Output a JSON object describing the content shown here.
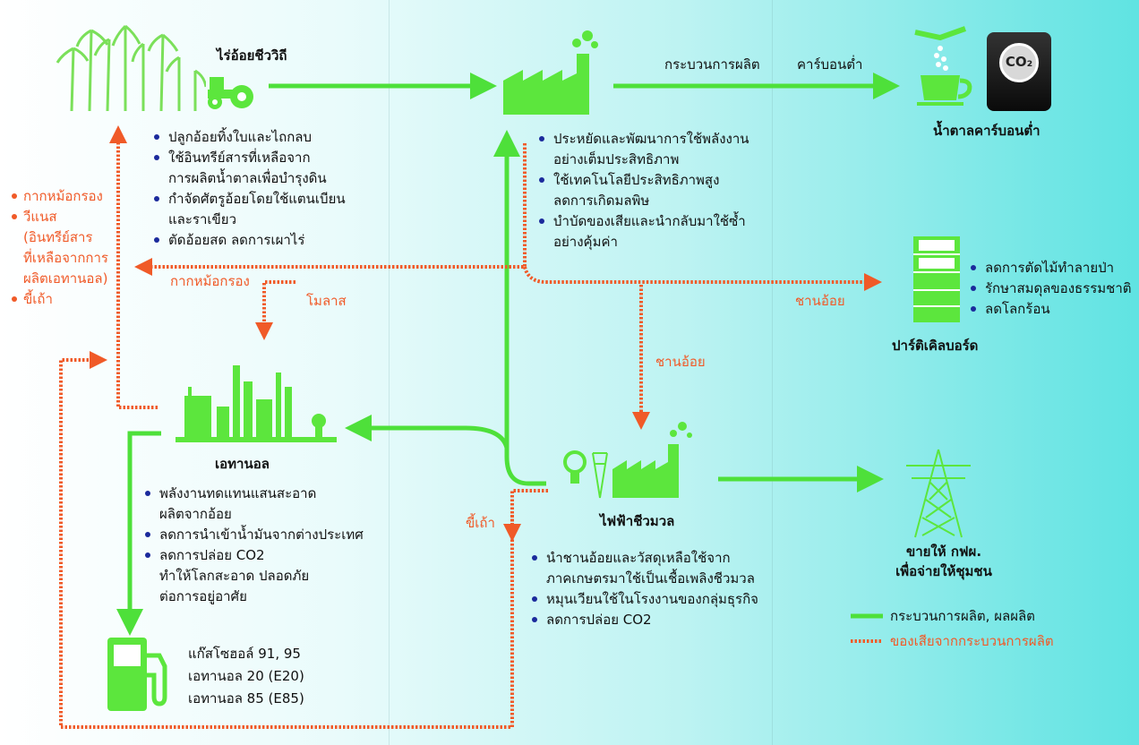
{
  "colors": {
    "product_flow": "#4ee03a",
    "waste_flow": "#f05a28",
    "bullet": "#1b2a9c",
    "icon_green": "#5ce63d"
  },
  "farm": {
    "title": "ไร่อ้อยชีววิถี",
    "bullets": [
      "ปลูกอ้อยทิ้งใบและไถกลบ",
      "ใช้อินทรีย์สารที่เหลือจาก\nการผลิตน้ำตาลเพื่อบำรุงดิน",
      "กำจัดศัตรูอ้อยโดยใช้แตนเบียน\nและราเขียว",
      "ตัดอ้อยสด ลดการเผาไร่"
    ]
  },
  "left_waste": {
    "items": [
      "กากหม้อกรอง",
      "วีแนส\n(อินทรีย์สาร\nที่เหลือจากการ\nผลิตเอทานอล)",
      "ขี้เถ้า"
    ]
  },
  "factory": {
    "bullets": [
      "ประหยัดและพัฒนาการใช้พลังงาน\nอย่างเต็มประสิทธิภาพ",
      "ใช้เทคโนโลยีประสิทธิภาพสูง\nลดการเกิดมลพิษ",
      "บำบัดของเสียและนำกลับมาใช้ซ้ำ\nอย่างคุ้มค่า"
    ]
  },
  "top_flow": {
    "process_label": "กระบวนการผลิต",
    "low_carbon_label": "คาร์บอนต่ำ"
  },
  "sugar": {
    "title": "น้ำตาลคาร์บอนต่ำ",
    "co2_badge": "CO₂"
  },
  "particleboard": {
    "title": "ปาร์ติเคิลบอร์ด",
    "bullets": [
      "ลดการตัดไม้ทำลายป่า",
      "รักษาสมดุลของธรรมชาติ",
      "ลดโลกร้อน"
    ]
  },
  "waste_labels": {
    "filter_cake": "กากหม้อกรอง",
    "molasses": "โมลาส",
    "bagasse_right": "ชานอ้อย",
    "bagasse_down": "ชานอ้อย",
    "ash": "ขี้เถ้า"
  },
  "ethanol": {
    "title": "เอทานอล",
    "bullets": [
      "พลังงานทดแทนแสนสะอาด\nผลิตจากอ้อย",
      "ลดการนำเข้าน้ำมันจากต่างประเทศ",
      "ลดการปล่อย CO2\nทำให้โลกสะอาด ปลอดภัย\nต่อการอยู่อาศัย"
    ]
  },
  "fuel": {
    "lines": [
      "แก๊สโซฮอล์ 91, 95",
      "เอทานอล 20 (E20)",
      "เอทานอล 85 (E85)"
    ]
  },
  "biomass": {
    "title": "ไฟฟ้าชีวมวล",
    "bullets": [
      "นำชานอ้อยและวัสดุเหลือใช้จาก\nภาคเกษตรมาใช้เป็นเชื้อเพลิงชีวมวล",
      "หมุนเวียนใช้ในโรงงานของกลุ่มธุรกิจ",
      "ลดการปล่อย CO2"
    ]
  },
  "grid": {
    "line1": "ขายให้ กฟผ.",
    "line2": "เพื่อจ่ายให้ชุมชน"
  },
  "legend": {
    "product": "กระบวนการผลิต, ผลผลิต",
    "waste": "ของเสียจากกระบวนการผลิต"
  }
}
